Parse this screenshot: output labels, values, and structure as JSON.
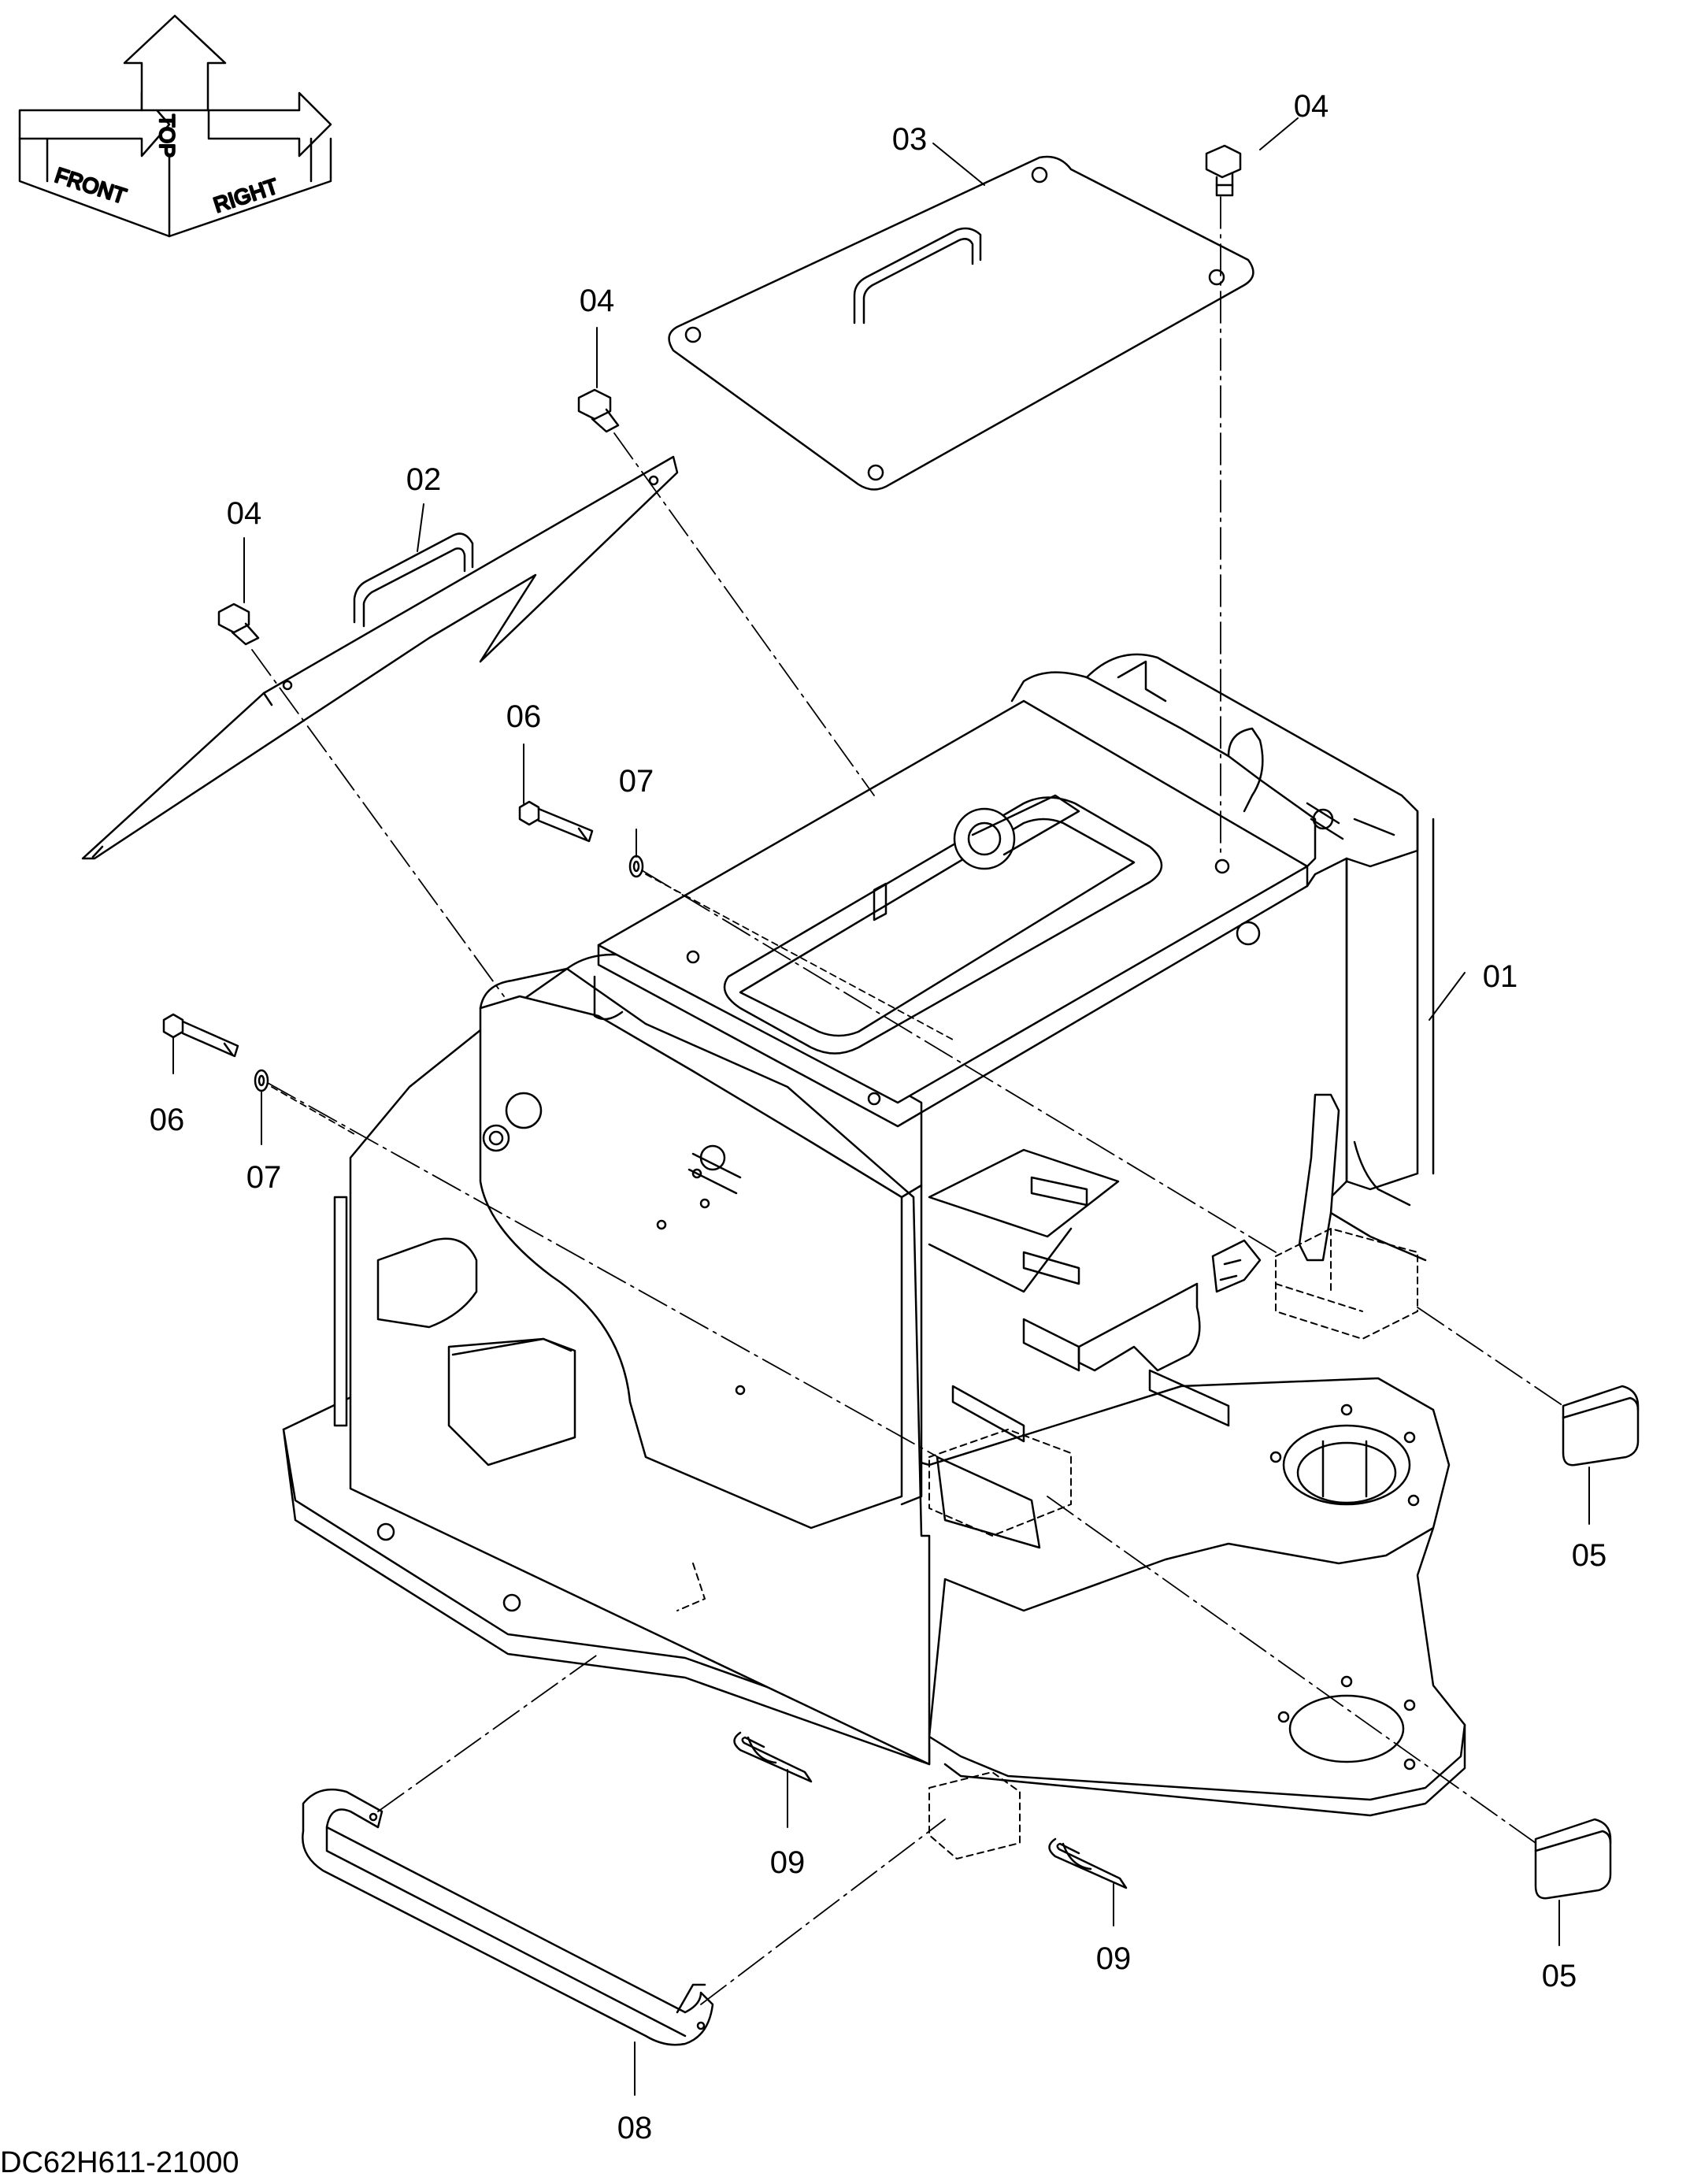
{
  "diagram": {
    "document_id": "DC62H611-21000",
    "orientation": {
      "front": "FRONT",
      "top": "TOP",
      "right": "RIGHT"
    },
    "callouts": [
      {
        "id": "04a",
        "text": "04",
        "part": "bolt"
      },
      {
        "id": "03",
        "text": "03",
        "part": "top cover plate"
      },
      {
        "id": "04b",
        "text": "04",
        "part": "bolt"
      },
      {
        "id": "02",
        "text": "02",
        "part": "side cover plate"
      },
      {
        "id": "04c",
        "text": "04",
        "part": "bolt"
      },
      {
        "id": "06a",
        "text": "06",
        "part": "bolt"
      },
      {
        "id": "07a",
        "text": "07",
        "part": "washer"
      },
      {
        "id": "01",
        "text": "01",
        "part": "frame"
      },
      {
        "id": "06b",
        "text": "06",
        "part": "bolt"
      },
      {
        "id": "07b",
        "text": "07",
        "part": "washer"
      },
      {
        "id": "05a",
        "text": "05",
        "part": "cap"
      },
      {
        "id": "09a",
        "text": "09",
        "part": "pin"
      },
      {
        "id": "05b",
        "text": "05",
        "part": "cap"
      },
      {
        "id": "09b",
        "text": "09",
        "part": "pin"
      },
      {
        "id": "08",
        "text": "08",
        "part": "handle"
      }
    ]
  }
}
